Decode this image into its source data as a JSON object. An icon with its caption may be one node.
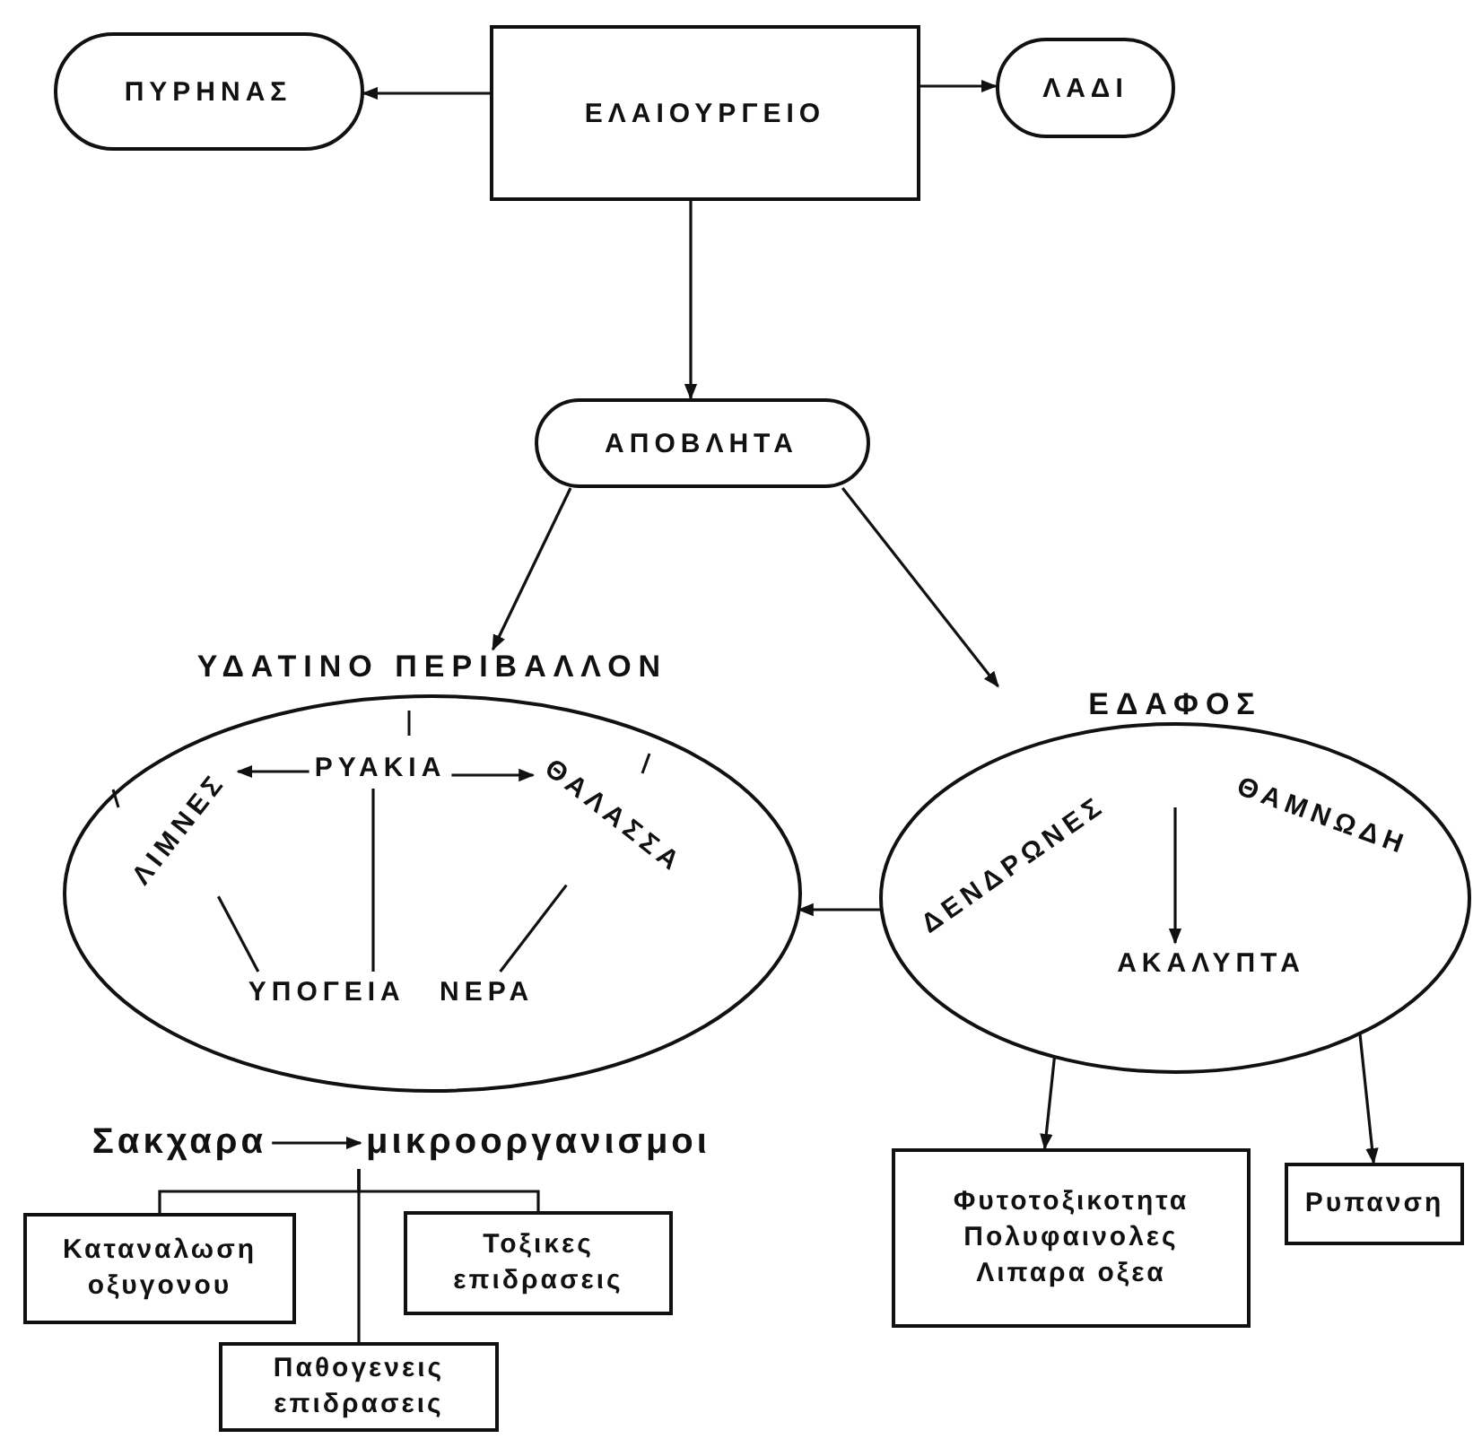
{
  "diagram": {
    "nodes": [
      {
        "text": [
          "ΠΥΡΗΝΑΣ"
        ]
      },
      {
        "text": [
          "ΕΛΑΙΟΥΡΓΕΙΟ"
        ]
      },
      {
        "text": [
          "ΛΑΔΙ"
        ]
      },
      {
        "text": [
          "ΑΠΟΒΛΗΤΑ"
        ]
      },
      {
        "text": [
          "ΥΔΑΤΙΝΟ ΠΕΡΙΒΑΛΛΟΝ"
        ]
      },
      {
        "text": [
          "ΛΙΜΝΕΣ"
        ],
        "in": 4
      },
      {
        "text": [
          "ΡΥΑΚΙΑ"
        ],
        "in": 4
      },
      {
        "text": [
          "ΘΑΛΑΣΣΑ"
        ],
        "in": 4
      },
      {
        "text": [
          "ΥΠΟΓΕΙΑ ΝΕΡΑ"
        ],
        "in": 4
      },
      {
        "text": [
          "ΕΔΑΦΟΣ"
        ]
      },
      {
        "text": [
          "ΔΕΝΔΡΩΝΕΣ"
        ],
        "in": 9
      },
      {
        "text": [
          "ΘΑΜΝΩΔΗ"
        ],
        "in": 9
      },
      {
        "text": [
          "ΑΚΑΛΥΠΤΑ"
        ],
        "in": 9
      },
      {
        "text": [
          "Σακχαρα"
        ]
      },
      {
        "text": [
          "μικροοργανισμοι"
        ]
      },
      {
        "text": [
          "Καταναλωση οξυγονου"
        ]
      },
      {
        "text": [
          "Τοξικες επιδρασεις"
        ]
      },
      {
        "text": [
          "Παθογενεις επιδρασεις"
        ]
      },
      {
        "text": [
          "Φυτοτοξικοτητα",
          "Πολυφαινολες",
          "Λιπαρα οξεα"
        ]
      },
      {
        "text": [
          "Ρυπανση"
        ]
      }
    ],
    "edges": [
      {
        "from": 1,
        "to": 0,
        "arrow": "to"
      },
      {
        "from": 1,
        "to": 2,
        "arrow": "to"
      },
      {
        "from": 1,
        "to": 3,
        "arrow": "to"
      },
      {
        "from": 3,
        "to": 4,
        "arrow": "to"
      },
      {
        "from": 3,
        "to": 9,
        "arrow": "to"
      },
      {
        "from": 9,
        "to": 4,
        "arrow": "to"
      },
      {
        "from": 6,
        "to": 5,
        "arrow": "to"
      },
      {
        "from": 6,
        "to": 7,
        "arrow": "to"
      },
      {
        "from": 5,
        "to": 8,
        "arrow": "none"
      },
      {
        "from": 6,
        "to": 8,
        "arrow": "none"
      },
      {
        "from": 8,
        "to": 7,
        "arrow": "none"
      },
      {
        "from": null,
        "to": 12,
        "arrow": "to"
      },
      {
        "from": 9,
        "to": 18,
        "arrow": "to"
      },
      {
        "from": 9,
        "to": 19,
        "arrow": "to"
      },
      {
        "from": 13,
        "to": 14,
        "arrow": "to"
      },
      {
        "from": 14,
        "to": 15,
        "arrow": "none"
      },
      {
        "from": 14,
        "to": 16,
        "arrow": "none"
      },
      {
        "from": 14,
        "to": 17,
        "arrow": "none"
      }
    ]
  }
}
